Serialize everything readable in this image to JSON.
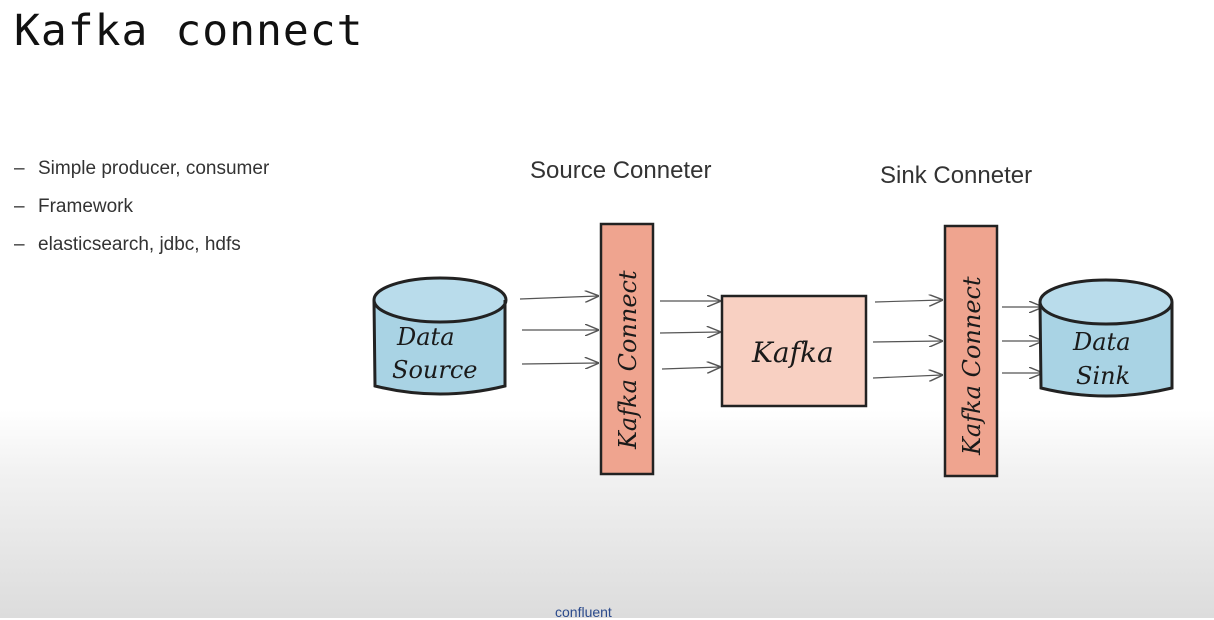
{
  "title": "Kafka connect",
  "bullets": [
    "Simple producer, consumer",
    "Framework",
    "elasticsearch, jdbc, hdfs"
  ],
  "diagram": {
    "source_connector_caption": "Source Conneter",
    "sink_connector_caption": "Sink Conneter",
    "data_source_label": [
      "Data",
      "Source"
    ],
    "data_sink_label": [
      "Data",
      "Sink"
    ],
    "kafka_label": "Kafka",
    "connect_bar_label": "Kafka Connect"
  },
  "footer": {
    "logo_text": "confluent"
  },
  "colors": {
    "datastore_fill": "#a9d3e4",
    "connector_fill": "#efa48f",
    "kafka_fill": "#f8d0c2"
  }
}
